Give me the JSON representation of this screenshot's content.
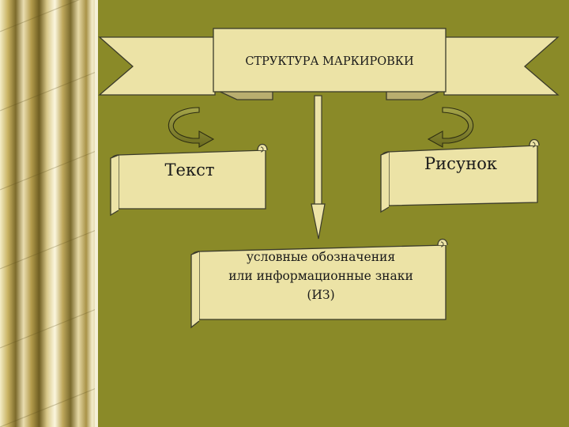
{
  "slide": {
    "title": "СТРУКТУРА МАРКИРОВКИ",
    "nodes": {
      "text": "Текст",
      "picture": "Рисунок",
      "signs": {
        "lines": [
          "условные обозначения",
          "или информационные знаки",
          "(ИЗ)"
        ]
      }
    }
  },
  "colors": {
    "background": "#8a8a28",
    "scroll_fill": "#ece3a6",
    "scroll_outline": "#3b3b2a",
    "border_gold": "#c8b468"
  }
}
